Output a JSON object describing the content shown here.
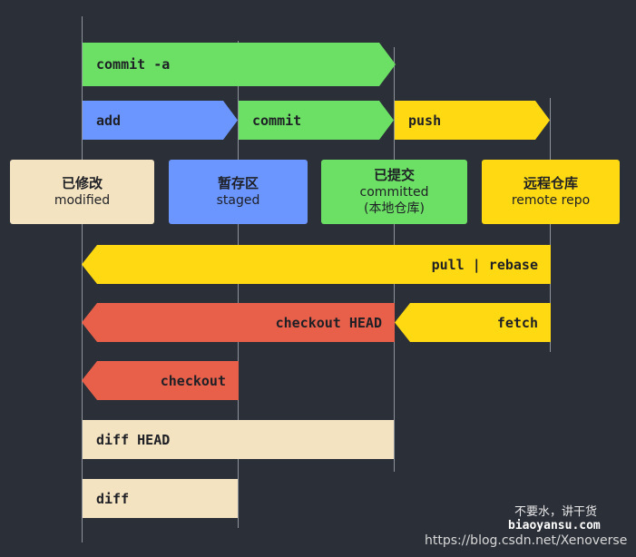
{
  "colors": {
    "background": "#2b2f38",
    "guide_line": "#8f949c",
    "modified": "#f4e3c0",
    "staged": "#6b95ff",
    "committed": "#6ce064",
    "remote": "#ffd912",
    "checkout": "#e8604a",
    "text": "#1e2026"
  },
  "areas": {
    "modified": {
      "zh": "已修改",
      "en": "modified"
    },
    "staged": {
      "zh": "暂存区",
      "en": "staged"
    },
    "committed": {
      "zh": "已提交",
      "en": "committed",
      "sub": "(本地仓库)"
    },
    "remote": {
      "zh": "远程仓库",
      "en": "remote repo"
    }
  },
  "commands": {
    "commit_a": "commit -a",
    "add": "add",
    "commit": "commit",
    "push": "push",
    "pull_rebase": "pull | rebase",
    "checkout_head": "checkout HEAD",
    "fetch": "fetch",
    "checkout": "checkout",
    "diff_head": "diff HEAD",
    "diff": "diff"
  },
  "watermark": {
    "slogan": "不要水，讲干货",
    "site": "biaoyansu.com",
    "url": "https://blog.csdn.net/Xenoverse"
  }
}
